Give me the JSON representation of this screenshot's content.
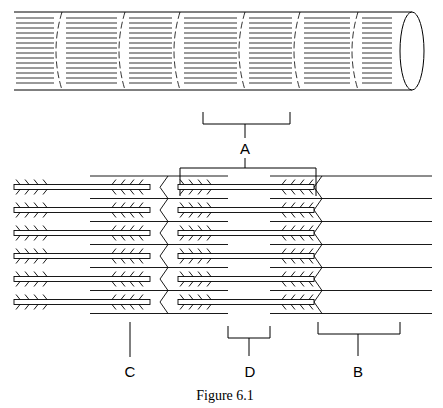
{
  "diagram": {
    "caption": "Figure 6.1",
    "labels": [
      "A",
      "C",
      "D",
      "B"
    ]
  }
}
